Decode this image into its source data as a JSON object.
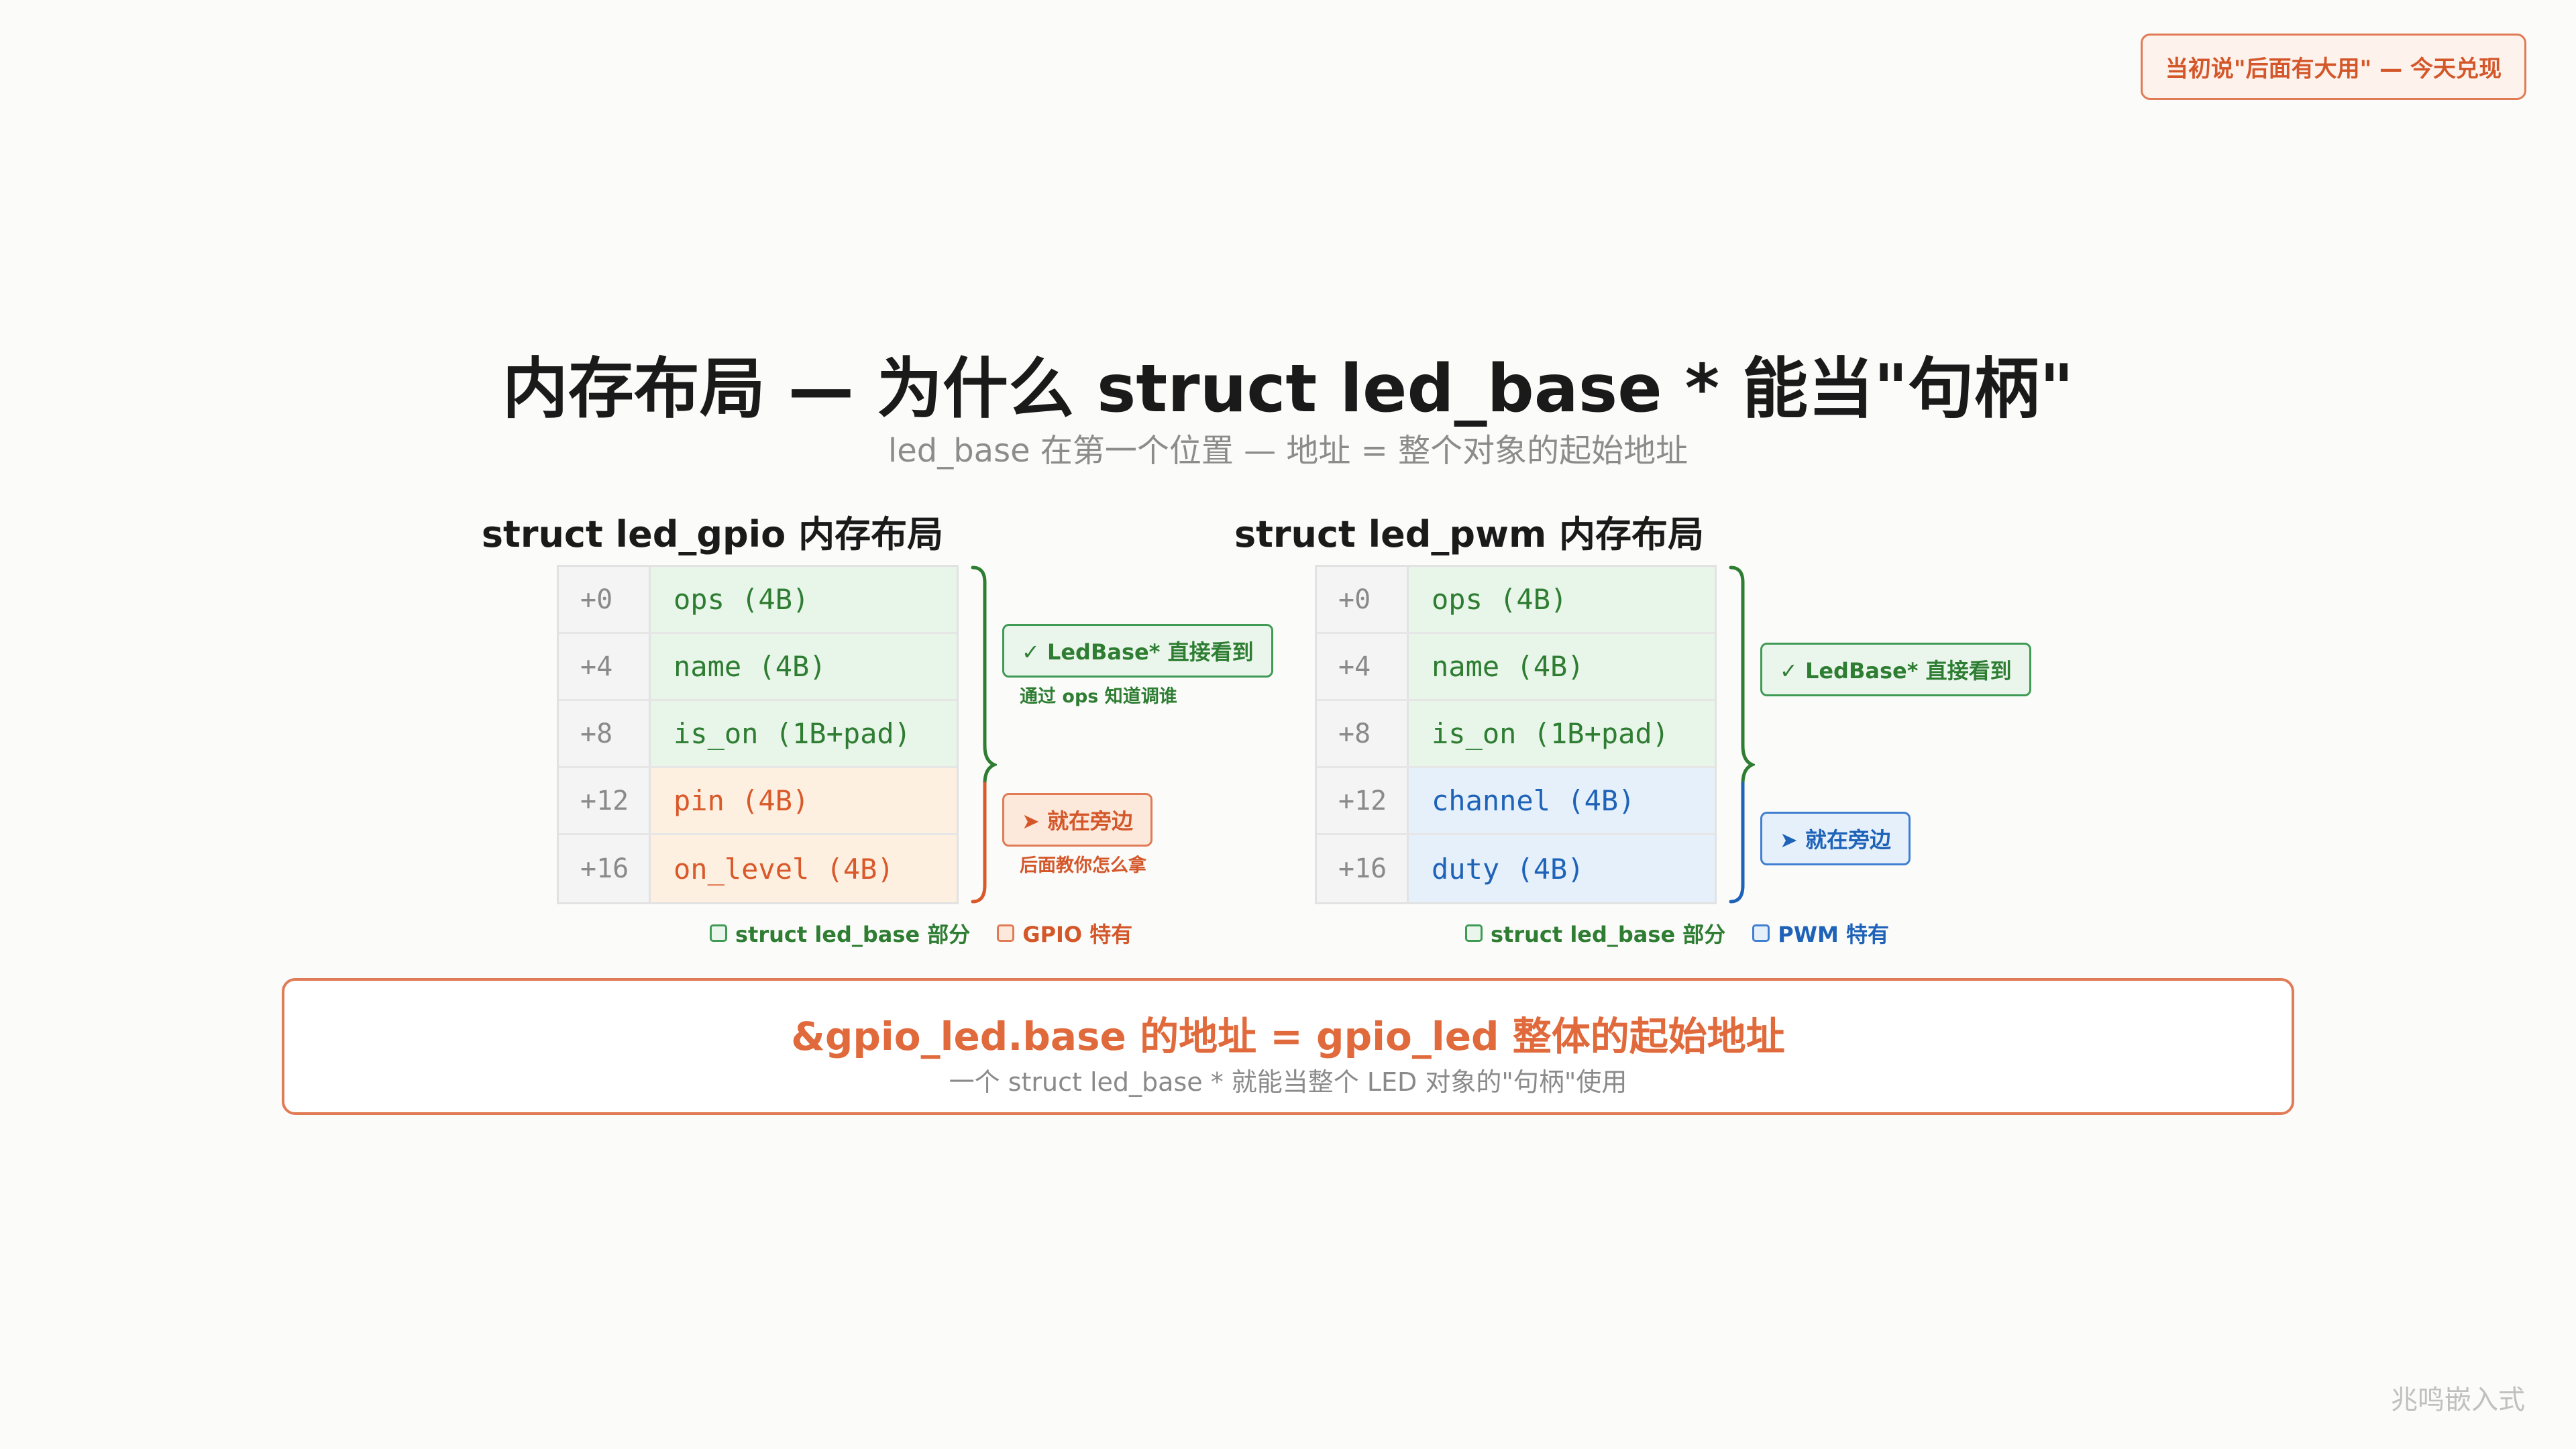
{
  "badge": "当初说\"后面有大用\" — 今天兑现",
  "title": "内存布局 — 为什么 struct led_base * 能当\"句柄\"",
  "subtitle": "led_base 在第一个位置 — 地址 = 整个对象的起始地址",
  "left": {
    "title": "struct led_gpio 内存布局",
    "rows": [
      {
        "offset": "+0",
        "field": "ops (4B)"
      },
      {
        "offset": "+4",
        "field": "name (4B)"
      },
      {
        "offset": "+8",
        "field": "is_on (1B+pad)"
      },
      {
        "offset": "+12",
        "field": "pin (4B)"
      },
      {
        "offset": "+16",
        "field": "on_level (4B)"
      }
    ],
    "tag_base": "✓ LedBase* 直接看到",
    "note_base": "通过 ops 知道调谁",
    "tag_specific": "➤ 就在旁边",
    "note_specific": "后面教你怎么拿",
    "legend_base": "struct led_base 部分",
    "legend_specific": "GPIO 特有"
  },
  "right": {
    "title": "struct led_pwm 内存布局",
    "rows": [
      {
        "offset": "+0",
        "field": "ops (4B)"
      },
      {
        "offset": "+4",
        "field": "name (4B)"
      },
      {
        "offset": "+8",
        "field": "is_on (1B+pad)"
      },
      {
        "offset": "+12",
        "field": "channel (4B)"
      },
      {
        "offset": "+16",
        "field": "duty (4B)"
      }
    ],
    "tag_base": "✓ LedBase* 直接看到",
    "tag_specific": "➤ 就在旁边",
    "legend_base": "struct led_base 部分",
    "legend_specific": "PWM 特有"
  },
  "summary": {
    "main": "&gpio_led.base 的地址 = gpio_led 整体的起始地址",
    "sub": "一个 struct led_base * 就能当整个 LED 对象的\"句柄\"使用"
  },
  "watermark": "兆鸣嵌入式",
  "colors": {
    "base_green": "#2e7d32",
    "gpio_orange": "#d9592a",
    "pwm_blue": "#1e63b8",
    "accent": "#e07b55"
  }
}
